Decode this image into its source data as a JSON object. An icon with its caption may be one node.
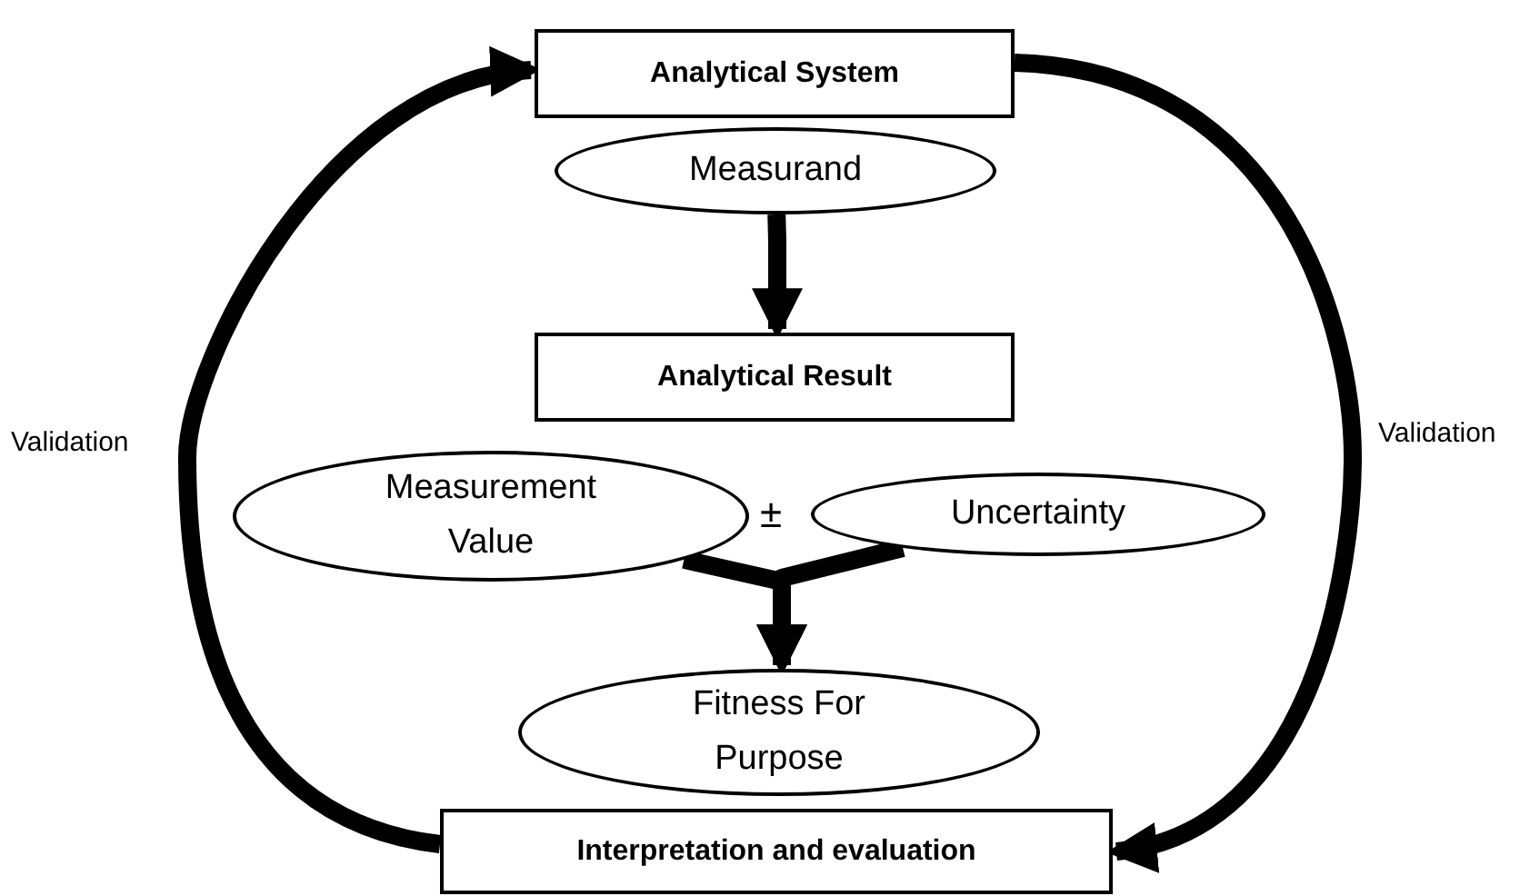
{
  "diagram": {
    "nodes": [
      {
        "text": [
          "Analytical System"
        ]
      },
      {
        "text": [
          "Measurand"
        ]
      },
      {
        "text": [
          "Analytical Result"
        ]
      },
      {
        "text": [
          "Measurement Value"
        ]
      },
      {
        "text": [
          "Uncertainty"
        ]
      },
      {
        "text": [
          "Fitness For Purpose"
        ]
      },
      {
        "text": [
          "Interpretation and evaluation"
        ]
      }
    ],
    "edges": [
      {
        "from": 1,
        "to": 2,
        "arrow": "to"
      },
      {
        "from": 3,
        "to": 5,
        "arrow": "to"
      },
      {
        "from": 4,
        "to": 5,
        "arrow": "to"
      },
      {
        "from": 6,
        "to": 0,
        "arrow": "to",
        "label": "Validation"
      },
      {
        "from": 0,
        "to": 6,
        "arrow": "to",
        "label": "Validation"
      }
    ],
    "labels": [
      "±"
    ]
  }
}
